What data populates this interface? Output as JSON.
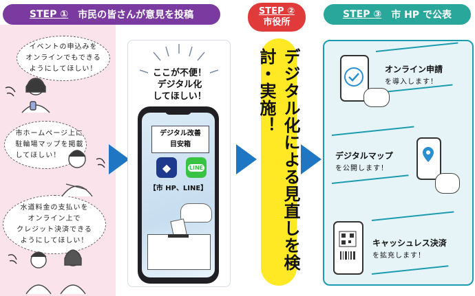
{
  "step1": {
    "step_label": "STEP ①",
    "title": "市民の皆さんが意見を投稿"
  },
  "step2": {
    "step_label": "STEP ②",
    "title": "市役所"
  },
  "step3": {
    "step_label": "STEP ③",
    "title": "市 HP で公表"
  },
  "bubbles": [
    {
      "lines": [
        "イベントの申込みを",
        "オンラインでもできる",
        "ようにしてほしい！"
      ]
    },
    {
      "lines": [
        "市ホームページ上に",
        "駐輪場マップを掲載",
        "してほしい！"
      ]
    },
    {
      "lines": [
        "水道料金の支払いを",
        "オンライン上で",
        "クレジット決済できる",
        "ようにしてほしい！"
      ]
    }
  ],
  "phone": {
    "slogan_lines": [
      "ここが不便！",
      "デジタル化",
      "してほしい！"
    ],
    "box_lines": [
      "デジタル改善",
      "目安箱"
    ],
    "line_logo": "LINE",
    "city_logo_glyph": "◆",
    "channels": "【市 HP、LINE】"
  },
  "city_action": "デジタル化による見直しを検討・実施！",
  "results": [
    {
      "title": "オンライン申請",
      "sub": "を導入します！"
    },
    {
      "title": "デジタルマップ",
      "sub": "を公開します！"
    },
    {
      "title": "キャッシュレス決済",
      "sub": "を拡充します！"
    }
  ],
  "colors": {
    "step1": "#7b3aa0",
    "step2": "#e03a3a",
    "step3": "#2aa79b",
    "arrow": "#1f77c4",
    "action_band": "#ffe924"
  }
}
